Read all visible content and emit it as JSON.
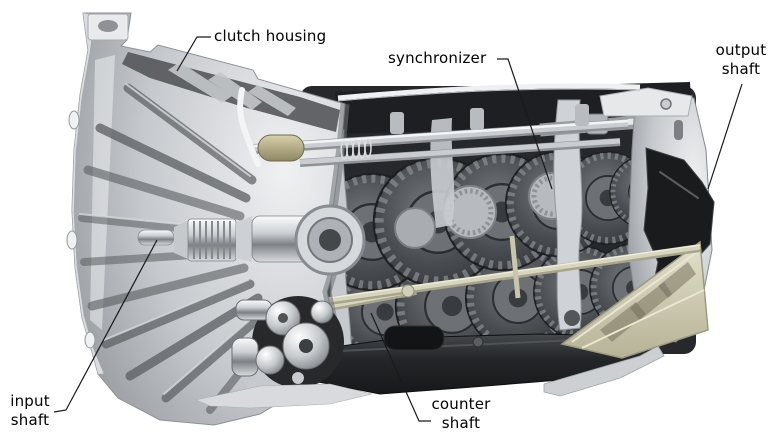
{
  "figure": {
    "kind": "annotated cutaway illustration of a manual transmission",
    "colors": {
      "background": "#ffffff",
      "label_text": "#000000",
      "leader_line": "#1a1a1a",
      "housing_metal": "#c6c9cd",
      "gear_dark": "#4a4e52",
      "oil_pan": "#232629",
      "selector_beige": "#d8d5bf",
      "output_flange_black": "#1a1b1d"
    }
  },
  "annotations": [
    {
      "id": "clutch-housing",
      "lines": [
        "clutch housing"
      ]
    },
    {
      "id": "synchronizer",
      "lines": [
        "synchronizer"
      ]
    },
    {
      "id": "output-shaft",
      "lines": [
        "output",
        "shaft"
      ]
    },
    {
      "id": "input-shaft",
      "lines": [
        "input",
        "shaft"
      ]
    },
    {
      "id": "counter-shaft",
      "lines": [
        "counter",
        "shaft"
      ]
    }
  ]
}
